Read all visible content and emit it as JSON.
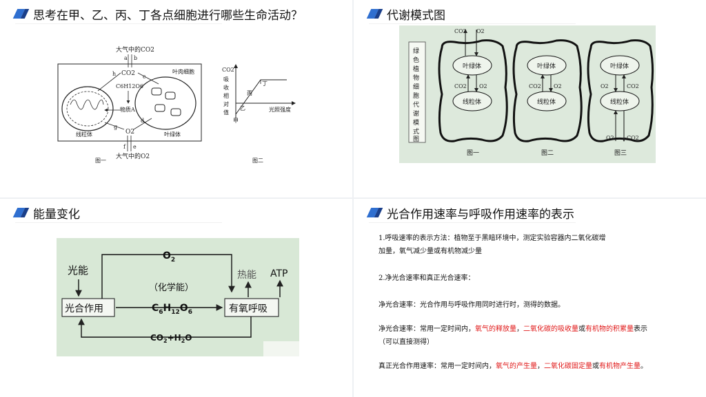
{
  "slides": {
    "s1": {
      "title": "思考在甲、乙、丙、丁各点细胞进行哪些生命活动？",
      "fig1": {
        "atm_co2_top": "大气中的CO2",
        "a": "a",
        "b": "b",
        "h": "h",
        "c": "c",
        "co2": "CO2",
        "c6h12o6": "C6H12O6",
        "leaf_cell": "叶肉细胞",
        "substance_a": "物质A",
        "g": "g",
        "d": "d",
        "o2": "O2",
        "f": "f",
        "e": "e",
        "mito": "线粒体",
        "chloro": "叶绿体",
        "atm_o2_bottom": "大气中的O2",
        "caption": "图一"
      },
      "fig2": {
        "ylabel_chars": [
          "CO2",
          "吸",
          "收",
          "相",
          "对",
          "值"
        ],
        "ding": "丁",
        "bing": "丙",
        "yi": "乙",
        "jia": "甲",
        "xlabel": "光照强度",
        "caption": "图二"
      }
    },
    "s2": {
      "title": "代谢模式图",
      "side_label_chars": [
        "绿",
        "色",
        "植",
        "物",
        "细",
        "胞",
        "代",
        "谢",
        "模",
        "式",
        "图"
      ],
      "co2": "CO2",
      "o2": "O2",
      "chloro": "叶绿体",
      "mito": "线粒体",
      "captions": [
        "图一",
        "图二",
        "图三"
      ]
    },
    "s3": {
      "title": "能量变化",
      "light": "光能",
      "photo": "光合作用",
      "o2": "O",
      "o2_sub": "2",
      "chem": "（化学能）",
      "glucose": {
        "c": "C",
        "s1": "6",
        "h": "H",
        "s2": "12",
        "o": "O",
        "s3": "6"
      },
      "resp": "有氧呼吸",
      "heat": "热能",
      "atp": "ATP",
      "co2h2o": {
        "a": "CO",
        "s1": "2",
        "b": "+H",
        "s2": "2",
        "c": "O"
      }
    },
    "s4": {
      "title": "光合作用速率与呼吸作用速率的表示",
      "p1_a": "1.呼吸速率的表示方法：植物至于黑暗环境中，测定实验容器内二氧化碳增",
      "p1_b": "加量，氧气减少量或有机物减少量",
      "p2": "2.净光合速率和真正光合速率：",
      "p3": "净光合速率：光合作用与呼吸作用同时进行时，测得的数据。",
      "p4_pre": "净光合速率：常用一定时间内，",
      "p4_r1": "氧气的释放量",
      "p4_sep1": "，",
      "p4_r2": "二氧化碳的吸收量",
      "p4_sep2": "或",
      "p4_r3": "有机物的积累量",
      "p4_post": "表示",
      "p4_b": "（可以直接测得）",
      "p5_pre": "真正光合作用速率：常用一定时间内，",
      "p5_r1": "氧气的产生量",
      "p5_sep1": "，",
      "p5_r2": "二氧化碳固定量",
      "p5_sep2": "或",
      "p5_r3": "有机物产生量",
      "p5_post": "。"
    }
  }
}
